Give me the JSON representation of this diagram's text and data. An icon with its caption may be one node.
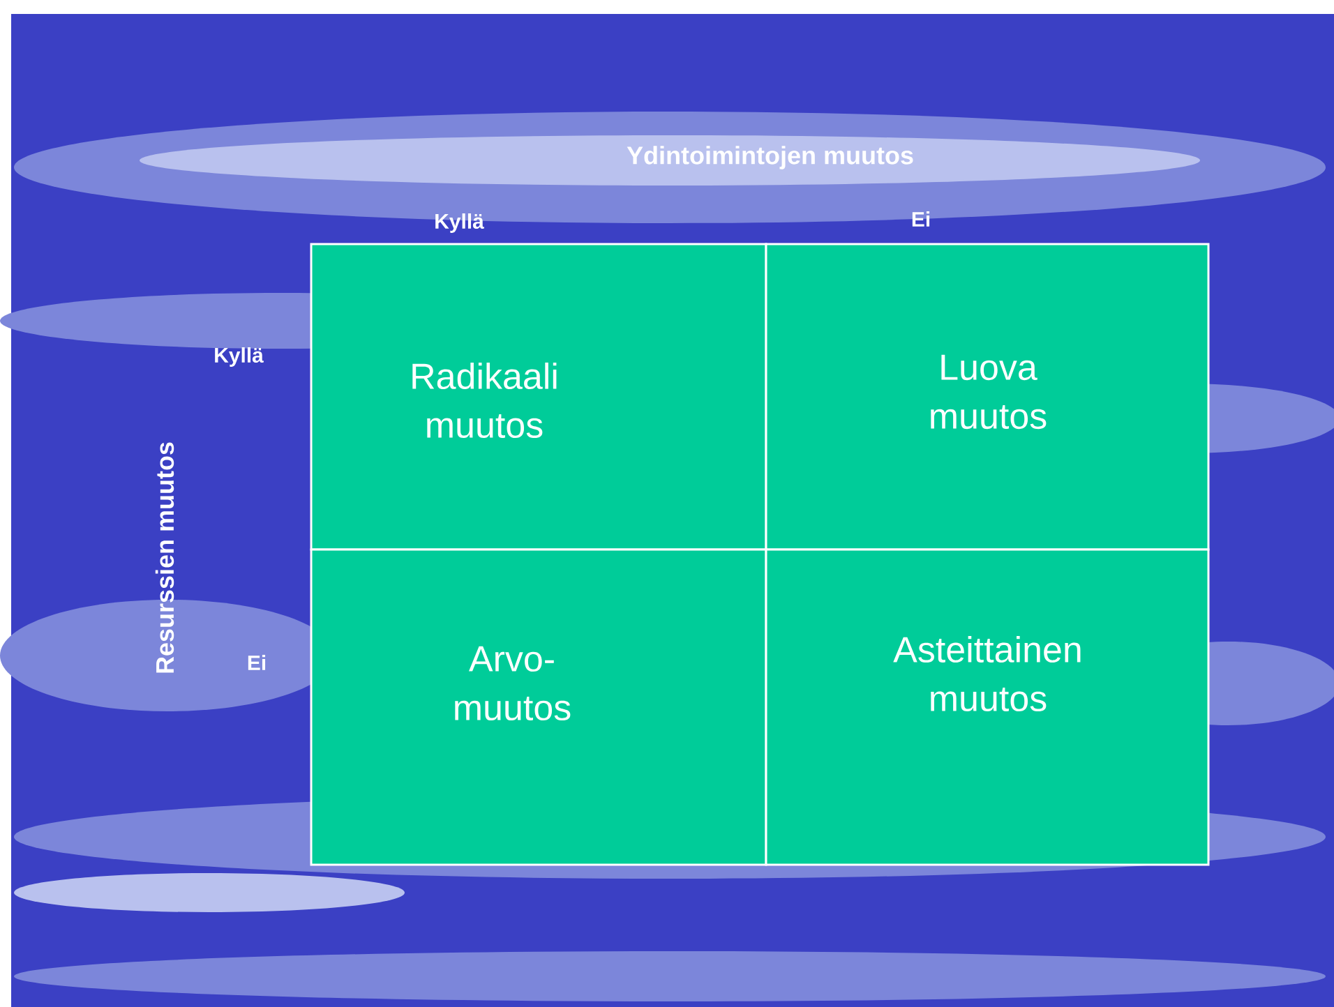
{
  "diagram": {
    "nodes": [
      {
        "text": [
          "Radikaali muutos"
        ]
      },
      {
        "text": [
          "Luova muutos"
        ]
      },
      {
        "text": [
          "Arvo- muutos"
        ]
      },
      {
        "text": [
          "Asteittainen muutos"
        ]
      }
    ],
    "labels": [
      "Ydintoimintojen muutos",
      "Kyllä",
      "Ei",
      "Resurssien muutos",
      "Kyllä",
      "Ei"
    ]
  }
}
